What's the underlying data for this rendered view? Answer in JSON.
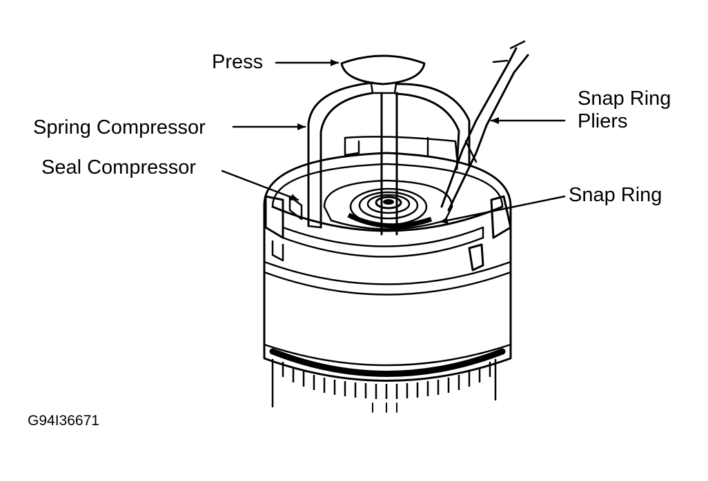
{
  "labels": {
    "press": "Press",
    "spring_compressor": "Spring Compressor",
    "seal_compressor": "Seal Compressor",
    "snap_ring_pliers_line1": "Snap Ring",
    "snap_ring_pliers_line2": "Pliers",
    "snap_ring": "Snap Ring"
  },
  "figure_code": "G94I36671"
}
